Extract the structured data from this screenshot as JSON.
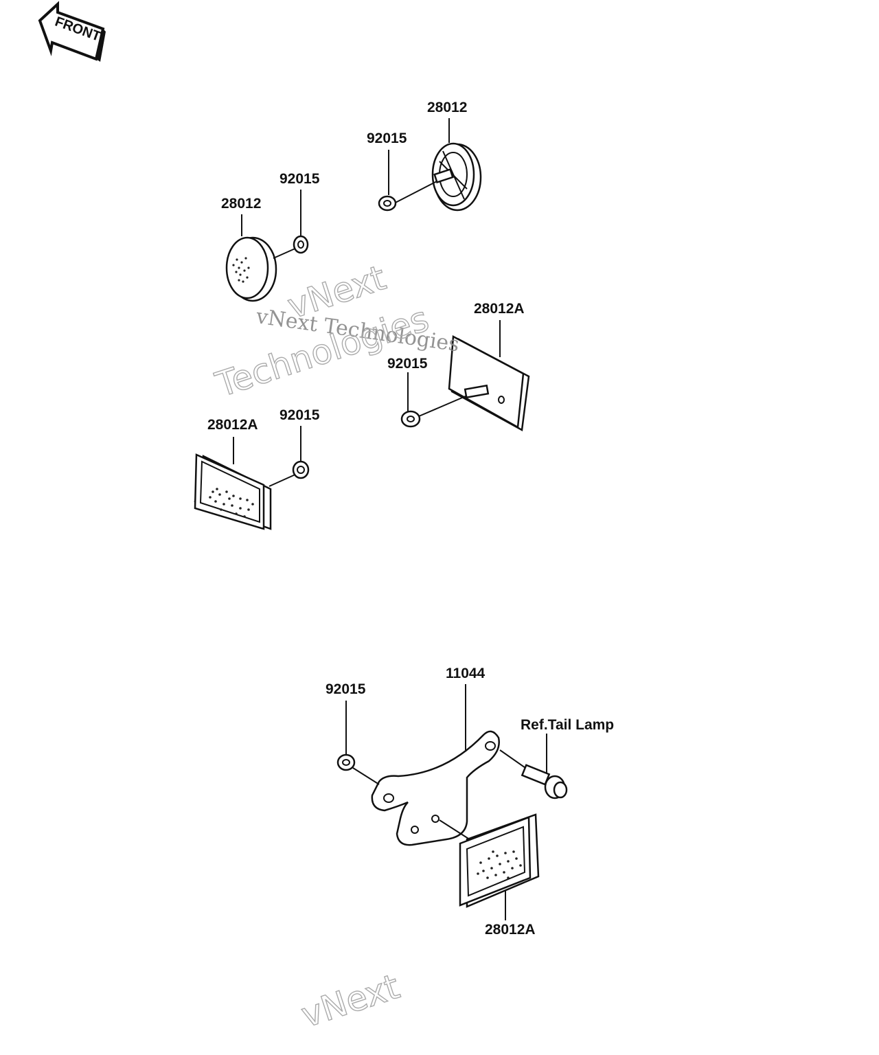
{
  "front_tag": {
    "text": "FRONT"
  },
  "watermark": {
    "line1": "vNext Technologies",
    "line2": "vNext",
    "line3": "Technologies",
    "bottom_fragment": "vNext"
  },
  "labels": {
    "nut_top_right": "92015",
    "reflector_round_right": "28012",
    "nut_top_left": "92015",
    "reflector_round_left": "28012",
    "reflector_rect_right": "28012A",
    "nut_mid_right": "92015",
    "reflector_rect_left": "28012A",
    "nut_mid_left": "92015",
    "nut_bracket": "92015",
    "bracket": "11044",
    "ref_tail_lamp": "Ref.Tail Lamp",
    "reflector_rect_bottom": "28012A"
  },
  "colors": {
    "ink": "#111111",
    "watermark": "#999999",
    "background": "#ffffff"
  }
}
